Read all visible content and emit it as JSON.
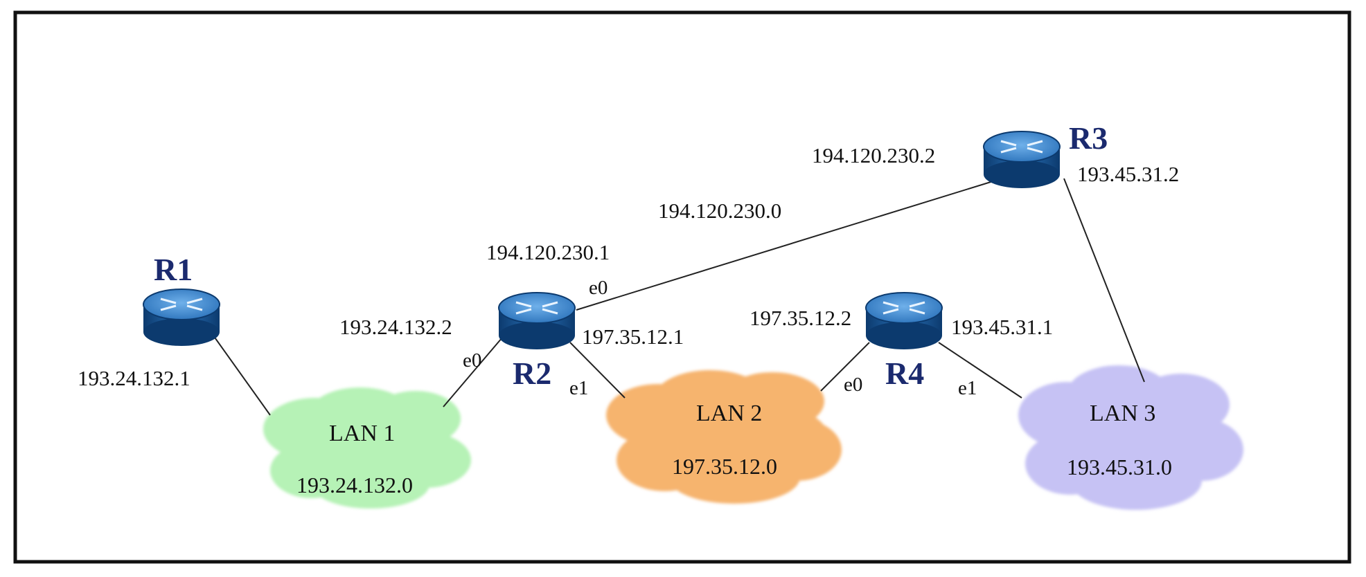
{
  "routers": {
    "r1": {
      "name": "R1"
    },
    "r2": {
      "name": "R2"
    },
    "r3": {
      "name": "R3"
    },
    "r4": {
      "name": "R4"
    }
  },
  "lans": {
    "lan1": {
      "name": "LAN 1",
      "network": "193.24.132.0",
      "color": "#b6f2b6"
    },
    "lan2": {
      "name": "LAN 2",
      "network": "197.35.12.0",
      "color": "#f6b46e"
    },
    "lan3": {
      "name": "LAN 3",
      "network": "193.45.31.0",
      "color": "#c6c2f4"
    }
  },
  "links": {
    "r2_r3_network": "194.120.230.0"
  },
  "addresses": {
    "r1_lan1": "193.24.132.1",
    "r2_lan1": "193.24.132.2",
    "r2_r3": "194.120.230.1",
    "r2_lan2": "197.35.12.1",
    "r3_r2": "194.120.230.2",
    "r3_lan3": "193.45.31.2",
    "r4_lan2": "197.35.12.2",
    "r4_lan3": "193.45.31.1"
  },
  "interfaces": {
    "r2_e0_lan1": "e0",
    "r2_e0_r3": "e0",
    "r2_e1_lan2": "e1",
    "r4_e0_lan2": "e0",
    "r4_e1_lan3": "e1"
  },
  "colors": {
    "router_body": "#1a5f9e",
    "router_top": "#3a86cf",
    "frame": "#111111"
  }
}
